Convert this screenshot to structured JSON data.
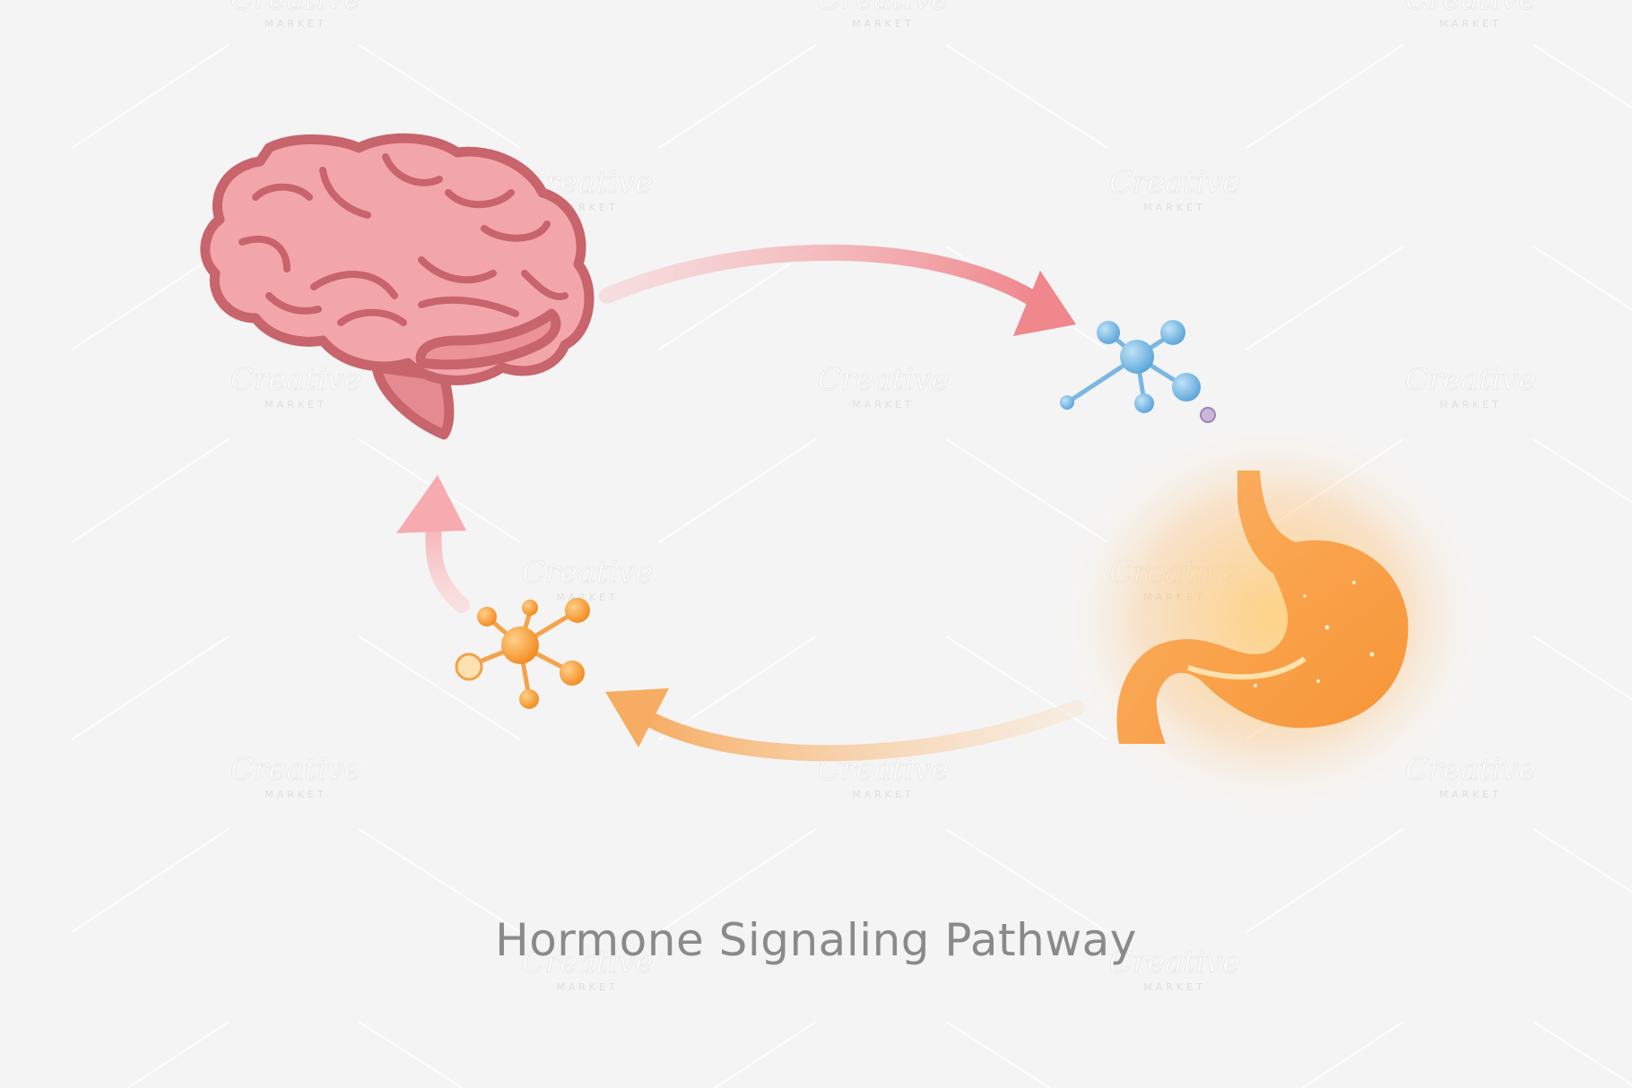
{
  "diagram": {
    "title": "Hormone Signaling Pathway",
    "nodes": [
      {
        "id": "brain",
        "icon": "brain-icon",
        "color": "#f2a1a6",
        "outline": "#c8646c"
      },
      {
        "id": "hormone-blue",
        "icon": "molecule-icon",
        "color": "#6fb2e0"
      },
      {
        "id": "stomach",
        "icon": "stomach-icon",
        "color": "#f7a040"
      },
      {
        "id": "hormone-orange",
        "icon": "molecule-icon",
        "color": "#f39a3a"
      }
    ],
    "edges": [
      {
        "from": "brain",
        "to": "hormone-blue",
        "color": "#f08a90"
      },
      {
        "from": "stomach",
        "to": "hormone-orange",
        "color": "#f6b060"
      },
      {
        "from": "hormone-orange",
        "to": "brain",
        "color": "#f7b0b4"
      }
    ]
  },
  "watermark": {
    "text": "Creative",
    "subtext": "MARKET",
    "color": "#ffffff"
  }
}
